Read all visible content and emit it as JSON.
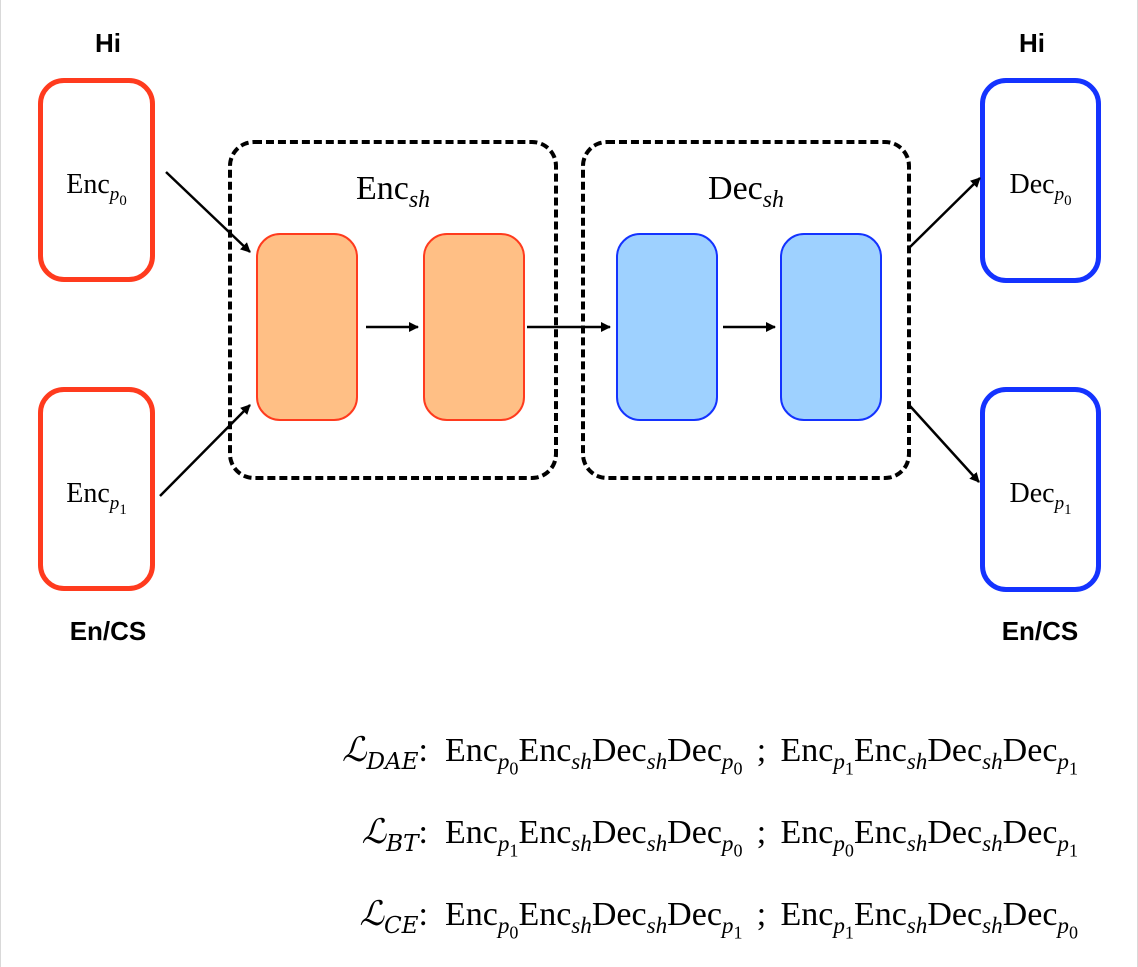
{
  "languages": {
    "encoder_top": "Hi",
    "encoder_bottom": "En/CS",
    "decoder_top": "Hi",
    "decoder_bottom": "En/CS"
  },
  "modules": {
    "enc_p0": {
      "base": "Enc",
      "sub": "p",
      "subsub": "0"
    },
    "enc_p1": {
      "base": "Enc",
      "sub": "p",
      "subsub": "1"
    },
    "dec_p0": {
      "base": "Dec",
      "sub": "p",
      "subsub": "0"
    },
    "dec_p1": {
      "base": "Dec",
      "sub": "p",
      "subsub": "1"
    },
    "enc_sh": {
      "base": "Enc",
      "sub": "sh"
    },
    "dec_sh": {
      "base": "Dec",
      "sub": "sh"
    }
  },
  "colors": {
    "private_encoder": "#ff3b1e",
    "private_decoder": "#1433ff",
    "shared_encoder_layer": "#ffbf85",
    "shared_decoder_layer": "#9ed1ff"
  },
  "losses": [
    {
      "symbol": "ℒ",
      "sub": "DAE",
      "paths": [
        [
          "Enc_p0",
          "Enc_sh",
          "Dec_sh",
          "Dec_p0"
        ],
        [
          "Enc_p1",
          "Enc_sh",
          "Dec_sh",
          "Dec_p1"
        ]
      ]
    },
    {
      "symbol": "ℒ",
      "sub": "BT",
      "paths": [
        [
          "Enc_p1",
          "Enc_sh",
          "Dec_sh",
          "Dec_p0"
        ],
        [
          "Enc_p0",
          "Enc_sh",
          "Dec_sh",
          "Dec_p1"
        ]
      ]
    },
    {
      "symbol": "ℒ",
      "sub": "CE",
      "paths": [
        [
          "Enc_p0",
          "Enc_sh",
          "Dec_sh",
          "Dec_p1"
        ],
        [
          "Enc_p1",
          "Enc_sh",
          "Dec_sh",
          "Dec_p0"
        ]
      ]
    }
  ],
  "separator": ";"
}
